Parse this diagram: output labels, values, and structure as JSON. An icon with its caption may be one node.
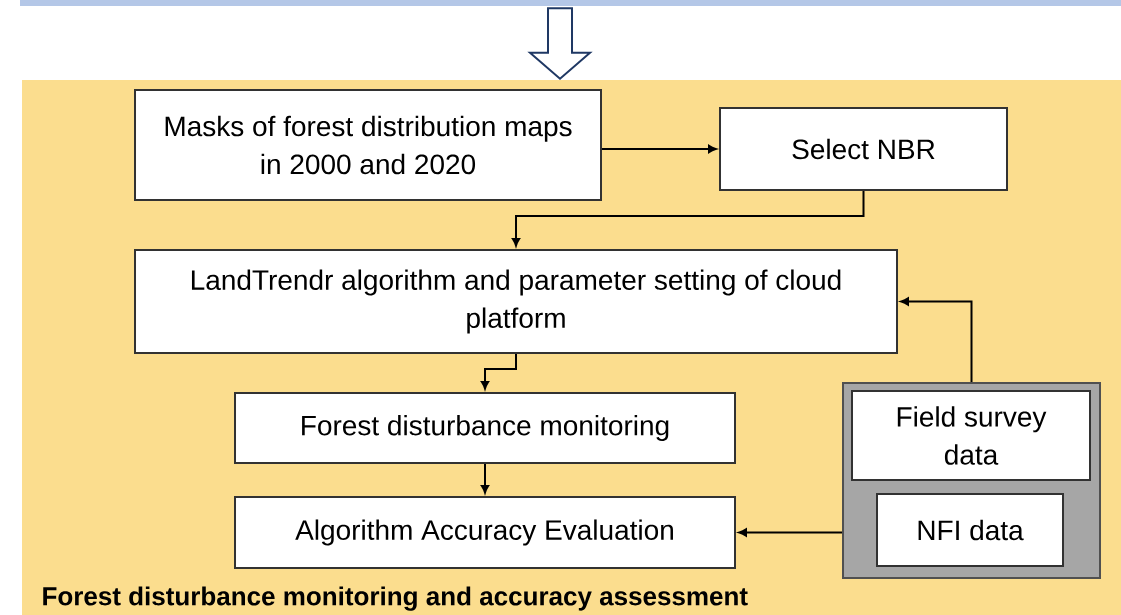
{
  "diagram": {
    "nodes": [
      {
        "text": [],
        "shape": "bar"
      },
      {
        "text": [
          "Forest disturbance monitoring and accuracy assessment"
        ]
      },
      {
        "text": [
          "Masks of forest distribution maps in 2000 and 2020"
        ],
        "in": 1
      },
      {
        "text": [
          "Select NBR"
        ],
        "in": 1
      },
      {
        "text": [
          "LandTrendr algorithm and parameter setting of cloud platform"
        ],
        "in": 1
      },
      {
        "text": [
          "Forest disturbance monitoring"
        ],
        "in": 1
      },
      {
        "text": [
          "Algorithm Accuracy Evaluation"
        ],
        "in": 1
      },
      {
        "text": [],
        "shape": "box",
        "in": 1
      },
      {
        "text": [
          "Field survey data"
        ],
        "in": 7
      },
      {
        "text": [
          "NFI data"
        ],
        "in": 7
      }
    ],
    "edges": [
      {
        "from": 0,
        "to": 1,
        "arrow": "to",
        "color": "#1f3864"
      },
      {
        "from": 2,
        "to": 3,
        "arrow": "to"
      },
      {
        "from": 3,
        "to": 4,
        "arrow": "to"
      },
      {
        "from": 4,
        "to": 5,
        "arrow": "to"
      },
      {
        "from": 5,
        "to": 6,
        "arrow": "to"
      },
      {
        "from": 7,
        "to": 4,
        "arrow": "to"
      },
      {
        "from": 7,
        "to": 6,
        "arrow": "to"
      }
    ]
  }
}
